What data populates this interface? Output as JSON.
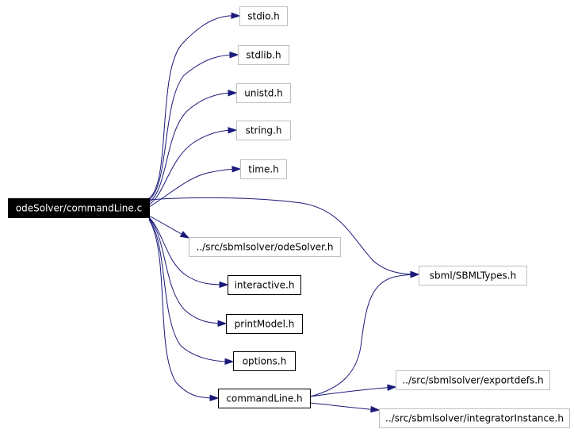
{
  "graph": {
    "root": "odeSolver/commandLine.c",
    "nodes": [
      {
        "id": "root",
        "label": "odeSolver/commandLine.c",
        "style": "root"
      },
      {
        "id": "stdio",
        "label": "stdio.h",
        "style": "system"
      },
      {
        "id": "stdlib",
        "label": "stdlib.h",
        "style": "system"
      },
      {
        "id": "unistd",
        "label": "unistd.h",
        "style": "system"
      },
      {
        "id": "string",
        "label": "string.h",
        "style": "system"
      },
      {
        "id": "time",
        "label": "time.h",
        "style": "system"
      },
      {
        "id": "odesolver_h",
        "label": "../src/sbmlsolver/odeSolver.h",
        "style": "system"
      },
      {
        "id": "sbmltypes",
        "label": "sbml/SBMLTypes.h",
        "style": "system"
      },
      {
        "id": "interactive",
        "label": "interactive.h",
        "style": "local"
      },
      {
        "id": "printmodel",
        "label": "printModel.h",
        "style": "local"
      },
      {
        "id": "options",
        "label": "options.h",
        "style": "local"
      },
      {
        "id": "commandline_h",
        "label": "commandLine.h",
        "style": "local"
      },
      {
        "id": "exportdefs",
        "label": "../src/sbmlsolver/exportdefs.h",
        "style": "system"
      },
      {
        "id": "integrator",
        "label": "../src/sbmlsolver/integratorInstance.h",
        "style": "system"
      }
    ],
    "edges": [
      {
        "from": "root",
        "to": "stdio"
      },
      {
        "from": "root",
        "to": "stdlib"
      },
      {
        "from": "root",
        "to": "unistd"
      },
      {
        "from": "root",
        "to": "string"
      },
      {
        "from": "root",
        "to": "time"
      },
      {
        "from": "root",
        "to": "sbmltypes"
      },
      {
        "from": "root",
        "to": "odesolver_h"
      },
      {
        "from": "root",
        "to": "interactive"
      },
      {
        "from": "root",
        "to": "printmodel"
      },
      {
        "from": "root",
        "to": "options"
      },
      {
        "from": "root",
        "to": "commandline_h"
      },
      {
        "from": "commandline_h",
        "to": "sbmltypes"
      },
      {
        "from": "commandline_h",
        "to": "exportdefs"
      },
      {
        "from": "commandline_h",
        "to": "integrator"
      }
    ]
  },
  "colors": {
    "edge": "#1b1b7a",
    "root_fill": "#000000",
    "root_text": "#ffffff",
    "system_border": "#bfbfbf",
    "local_border": "#000000",
    "text": "#000000"
  }
}
